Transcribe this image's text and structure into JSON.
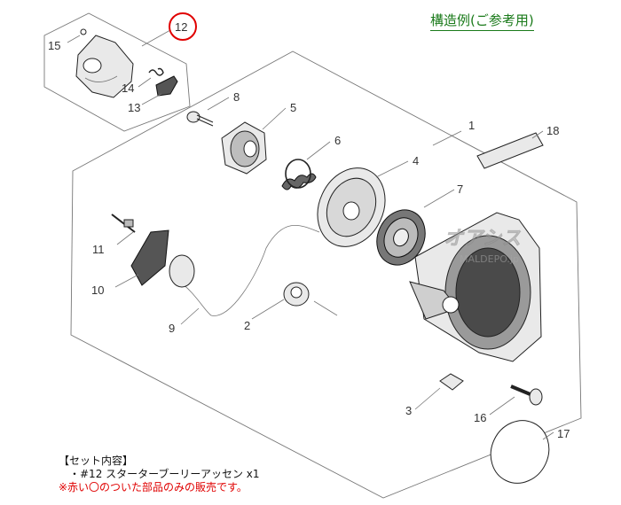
{
  "title": "構造例(ご参考用)",
  "highlight_color": "#e00000",
  "title_color": "#1a7a1a",
  "callouts": [
    {
      "id": "p1",
      "label": "1"
    },
    {
      "id": "p2",
      "label": "2"
    },
    {
      "id": "p3",
      "label": "3"
    },
    {
      "id": "p4",
      "label": "4"
    },
    {
      "id": "p5",
      "label": "5"
    },
    {
      "id": "p6",
      "label": "6"
    },
    {
      "id": "p7",
      "label": "7"
    },
    {
      "id": "p8",
      "label": "8"
    },
    {
      "id": "p9",
      "label": "9"
    },
    {
      "id": "p10",
      "label": "10"
    },
    {
      "id": "p11",
      "label": "11"
    },
    {
      "id": "p12",
      "label": "12",
      "highlighted": true
    },
    {
      "id": "p13",
      "label": "13"
    },
    {
      "id": "p14",
      "label": "14"
    },
    {
      "id": "p15",
      "label": "15"
    },
    {
      "id": "p16",
      "label": "16"
    },
    {
      "id": "p17",
      "label": "17"
    },
    {
      "id": "p18",
      "label": "18"
    }
  ],
  "watermark": {
    "brand": "オアシス",
    "sub": "MALDEPO.jp"
  },
  "notes": {
    "line1": "【セット内容】",
    "line2": "・#12 スターターブーリーアッセン x1",
    "line3": "※赤い〇のついた部品のみの販売です。"
  }
}
